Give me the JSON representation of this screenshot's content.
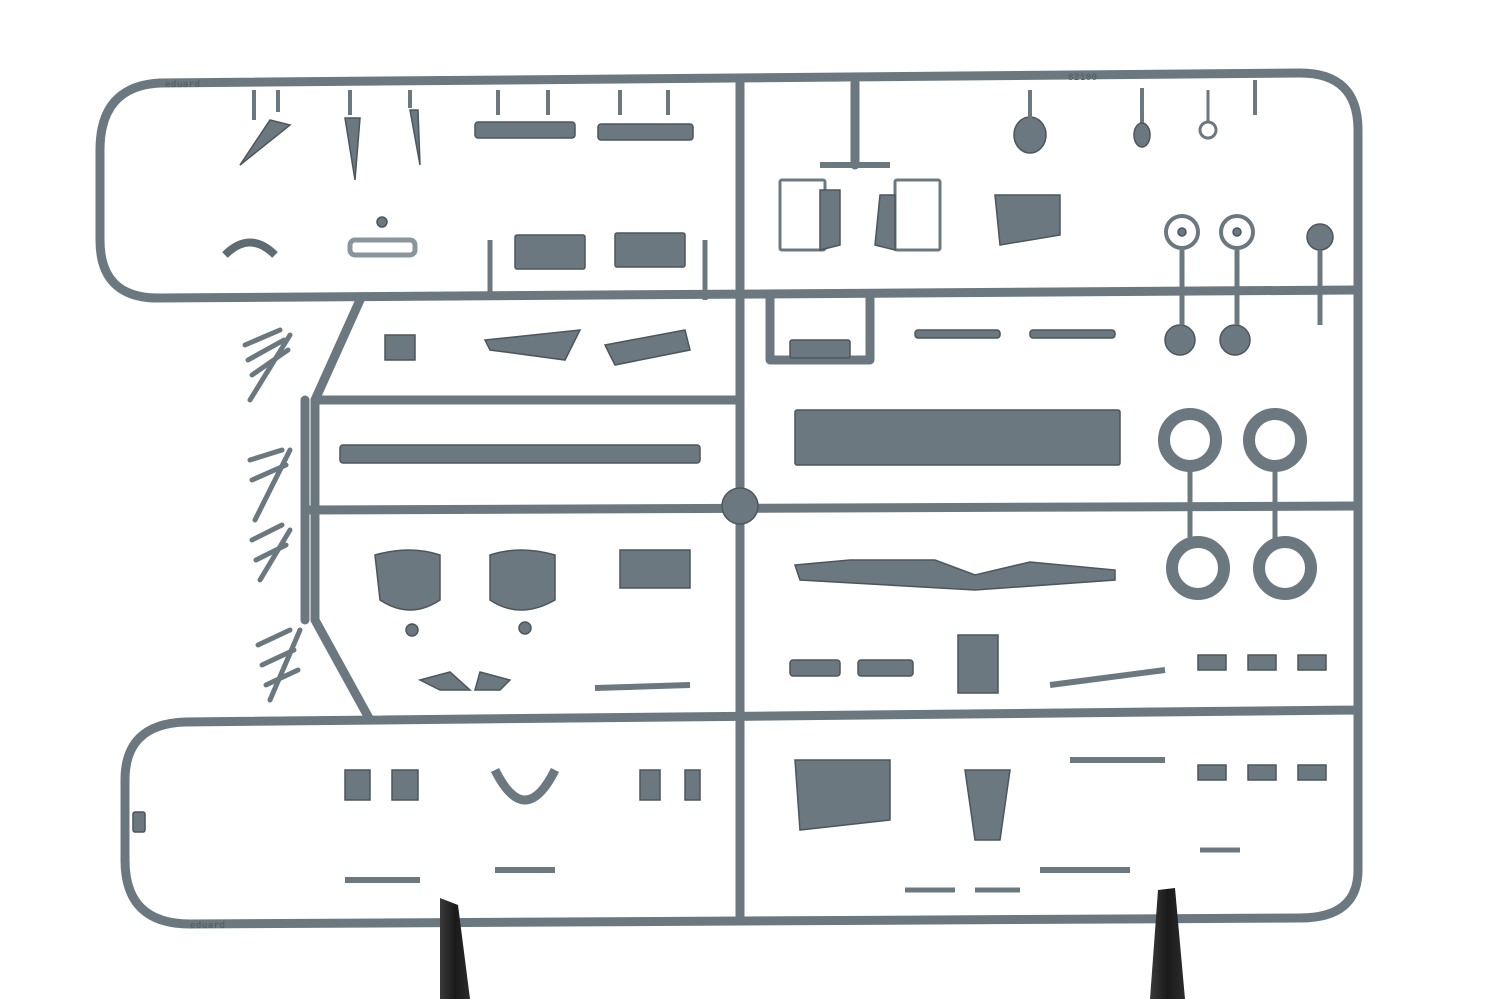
{
  "photo": {
    "subject": "plastic model kit sprue",
    "colors": {
      "background": "#ffffff",
      "plastic": "#6c787f",
      "plastic_light": "#8a969c",
      "plastic_dark": "#4c565c",
      "clamp": "#1f1f1f"
    }
  },
  "sprue_markings": {
    "brand_top": "eduard",
    "part_number": "82100",
    "brand_bottom": "eduard"
  }
}
